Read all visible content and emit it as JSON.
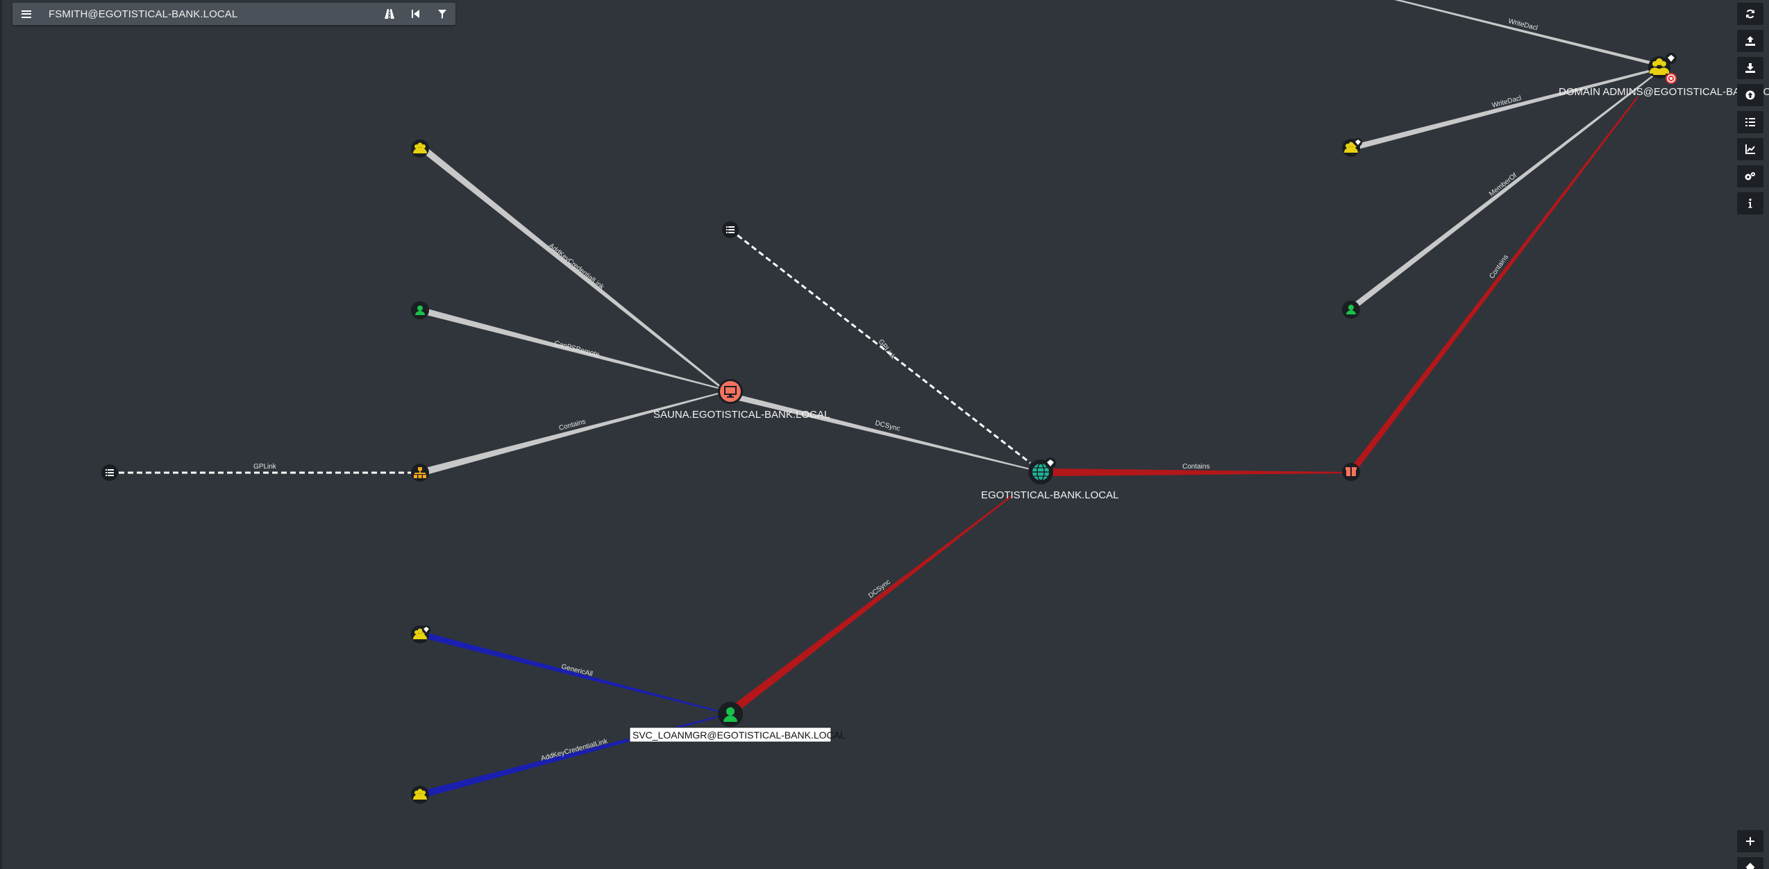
{
  "search": {
    "value": "FSMITH@EGOTISTICAL-BANK.LOCAL"
  },
  "colors": {
    "background": "#2f353b",
    "edge_default": "#c8c8c8",
    "edge_red": "#b3171a",
    "edge_blue": "#1a1fb0",
    "group_yellow": "#e8d20f",
    "user_green": "#17c24a",
    "computer_salmon": "#f4735f",
    "domain_teal": "#1fb79a",
    "ou_orange": "#f1a81c"
  },
  "nodes": {
    "domain_admins": {
      "label": "DOMAIN ADMINS@EGOTISTICAL-BANK.LOCAL",
      "icon": "group-icon"
    },
    "sauna": {
      "label": "SAUNA.EGOTISTICAL-BANK.LOCAL",
      "icon": "computer-icon"
    },
    "domain": {
      "label": "EGOTISTICAL-BANK.LOCAL",
      "icon": "globe-icon"
    },
    "svc_loanmgr": {
      "label": "SVC_LOANMGR@EGOTISTICAL-BANK.LOCAL",
      "icon": "user-icon"
    }
  },
  "edges": {
    "writedacl_1": "WriteDacl",
    "writedacl_2": "WriteDacl",
    "memberof": "MemberOf",
    "contains_da": "Contains",
    "addkeycred_sauna": "AddKeyCredentialLink",
    "canpsremote": "CanPSRemote",
    "gplink_domain": "GPLink",
    "contains_ou": "Contains",
    "dcsync_sauna": "DCSync",
    "gplink_ou": "GPLink",
    "contains_domain": "Contains",
    "dcsync_svc": "DCSync",
    "genericall": "GenericAll",
    "addkeycred_svc": "AddKeyCredentialLink"
  }
}
